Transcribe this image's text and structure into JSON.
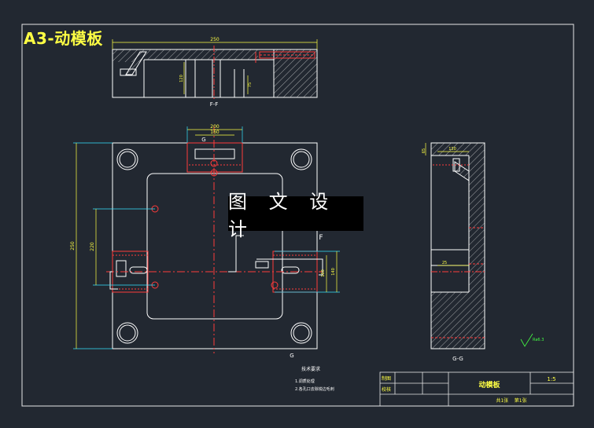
{
  "badge": "A3-动模板",
  "watermark": "图 文 设 计",
  "views": {
    "top_section_label": "F-F",
    "side_section_label": "G-G",
    "plan_g_top": "G",
    "plan_g_bottom": "G",
    "plan_f": "F"
  },
  "dimensions": {
    "top_overall": "250",
    "top_height_a": "120",
    "top_height_b": "75",
    "plan_width_outer": "200",
    "plan_width_inner": "160",
    "plan_height_overall": "250",
    "plan_height_inner": "220",
    "plan_right_a": "160",
    "plan_right_b": "140",
    "side_top": "65",
    "side_top_b": "130",
    "side_mid": "25",
    "roughness": "Ra6.3"
  },
  "notes": {
    "title": "技术要求",
    "line1": "1.调质处理",
    "line2": "2.各孔口去除锐边毛刺"
  },
  "title_block": {
    "drawn": "制图",
    "checked": "校核",
    "part_name": "动模板",
    "scale": "1:5",
    "sheet": "共1张    第1张"
  },
  "colors": {
    "background": "#222831",
    "frame": "#e6e6e6",
    "outline": "#ffffff",
    "hatch": "#e6e6e6",
    "dimension": "#ffff44",
    "center_line": "#ff3b3b",
    "cyan_line": "#36e3ff",
    "green_text": "#44ff44"
  }
}
